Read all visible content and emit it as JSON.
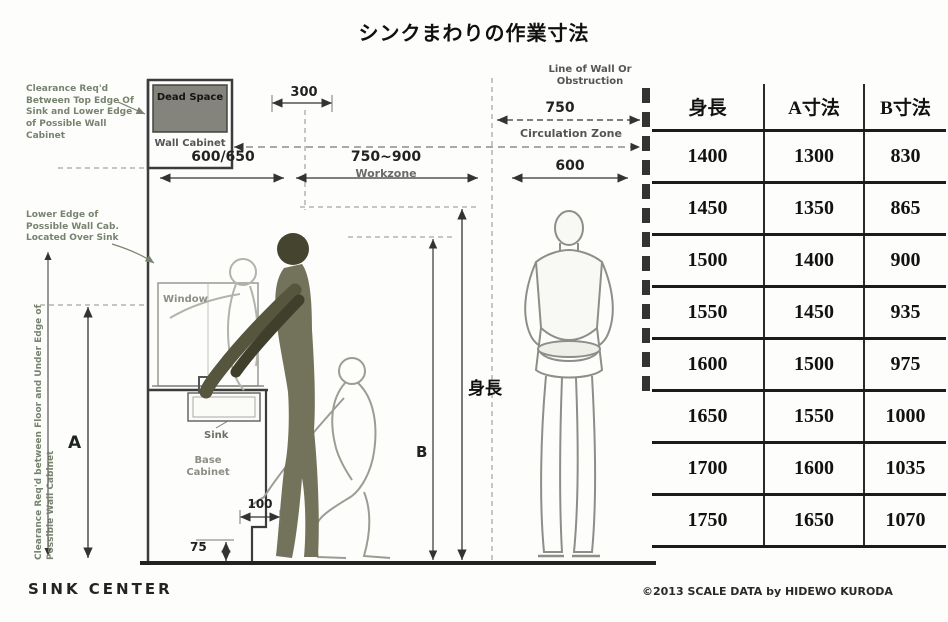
{
  "title": "シンクまわりの作業寸法",
  "diagram": {
    "labels": {
      "dead_space": "Dead Space",
      "wall_cabinet": "Wall Cabinet",
      "window": "Window",
      "sink": "Sink",
      "base_cabinet": "Base Cabinet",
      "workzone": "Workzone",
      "circulation_zone": "Circulation Zone",
      "line_of_wall": "Line of Wall Or Obstruction"
    },
    "dims": {
      "d300": "300",
      "d600_650": "600/650",
      "d750_900": "750~900",
      "d750": "750",
      "d600": "600",
      "d100": "100",
      "d75": "75",
      "stature": "身長",
      "a": "A",
      "b": "B"
    },
    "annotations": {
      "a1": "Clearance Req'd Between Top Edge Of Sink and Lower Edge of Possible Wall Cabinet",
      "a2": "Lower Edge of Possible Wall Cab. Located Over Sink",
      "a3": "Clearance Req'd between Floor and Under Edge of Possible Wall Cabinet"
    }
  },
  "table": {
    "headers": [
      "身長",
      "A寸法",
      "B寸法"
    ],
    "rows": [
      [
        "1400",
        "1300",
        "830"
      ],
      [
        "1450",
        "1350",
        "865"
      ],
      [
        "1500",
        "1400",
        "900"
      ],
      [
        "1550",
        "1450",
        "935"
      ],
      [
        "1600",
        "1500",
        "975"
      ],
      [
        "1650",
        "1550",
        "1000"
      ],
      [
        "1700",
        "1600",
        "1035"
      ],
      [
        "1750",
        "1650",
        "1070"
      ]
    ]
  },
  "footer": {
    "left": "SINK CENTER",
    "right": "©2013 SCALE DATA by HIDEWO KURODA"
  }
}
